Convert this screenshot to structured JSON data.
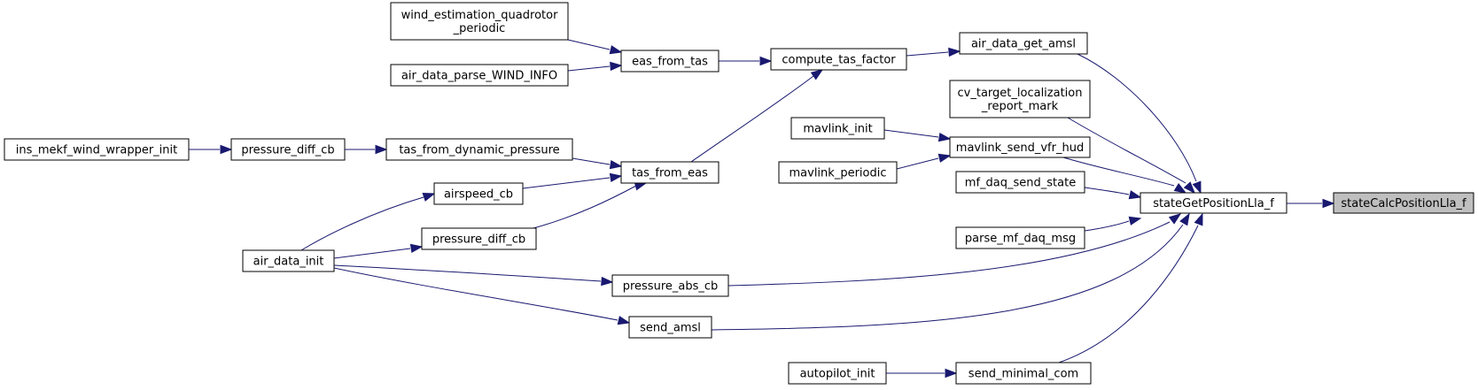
{
  "graph": {
    "nodes": [
      {
        "id": "n_state_calc",
        "label": [
          "stateCalcPositionLla_f"
        ],
        "highlighted": true
      },
      {
        "id": "n_state_get",
        "label": [
          "stateGetPositionLla_f"
        ],
        "highlighted": false
      },
      {
        "id": "n_air_get_amsl",
        "label": [
          "air_data_get_amsl"
        ],
        "highlighted": false
      },
      {
        "id": "n_cv_target",
        "label": [
          "cv_target_localization",
          "_report_mark"
        ],
        "highlighted": false
      },
      {
        "id": "n_mav_send_vfr",
        "label": [
          "mavlink_send_vfr_hud"
        ],
        "highlighted": false
      },
      {
        "id": "n_mf_send_state",
        "label": [
          "mf_daq_send_state"
        ],
        "highlighted": false
      },
      {
        "id": "n_parse_mf",
        "label": [
          "parse_mf_daq_msg"
        ],
        "highlighted": false
      },
      {
        "id": "n_press_abs",
        "label": [
          "pressure_abs_cb"
        ],
        "highlighted": false
      },
      {
        "id": "n_send_amsl",
        "label": [
          "send_amsl"
        ],
        "highlighted": false
      },
      {
        "id": "n_send_min",
        "label": [
          "send_minimal_com"
        ],
        "highlighted": false
      },
      {
        "id": "n_compute_tas",
        "label": [
          "compute_tas_factor"
        ],
        "highlighted": false
      },
      {
        "id": "n_mav_init",
        "label": [
          "mavlink_init"
        ],
        "highlighted": false
      },
      {
        "id": "n_mav_periodic",
        "label": [
          "mavlink_periodic"
        ],
        "highlighted": false
      },
      {
        "id": "n_air_init",
        "label": [
          "air_data_init"
        ],
        "highlighted": false
      },
      {
        "id": "n_autopilot_init",
        "label": [
          "autopilot_init"
        ],
        "highlighted": false
      },
      {
        "id": "n_eas_from_tas",
        "label": [
          "eas_from_tas"
        ],
        "highlighted": false
      },
      {
        "id": "n_tas_from_eas",
        "label": [
          "tas_from_eas"
        ],
        "highlighted": false
      },
      {
        "id": "n_wind_est",
        "label": [
          "wind_estimation_quadrotor",
          "_periodic"
        ],
        "highlighted": false
      },
      {
        "id": "n_air_parse_wind",
        "label": [
          "air_data_parse_WIND_INFO"
        ],
        "highlighted": false
      },
      {
        "id": "n_tas_from_dyn",
        "label": [
          "tas_from_dynamic_pressure"
        ],
        "highlighted": false
      },
      {
        "id": "n_airspeed_cb",
        "label": [
          "airspeed_cb"
        ],
        "highlighted": false
      },
      {
        "id": "n_press_diff_b",
        "label": [
          "pressure_diff_cb"
        ],
        "highlighted": false
      },
      {
        "id": "n_press_diff_a",
        "label": [
          "pressure_diff_cb"
        ],
        "highlighted": false
      },
      {
        "id": "n_ins_mekf",
        "label": [
          "ins_mekf_wind_wrapper_init"
        ],
        "highlighted": false
      }
    ],
    "edges": [
      {
        "from": "n_state_get",
        "to": "n_state_calc"
      },
      {
        "from": "n_air_get_amsl",
        "to": "n_state_get"
      },
      {
        "from": "n_cv_target",
        "to": "n_state_get"
      },
      {
        "from": "n_mav_send_vfr",
        "to": "n_state_get"
      },
      {
        "from": "n_mf_send_state",
        "to": "n_state_get"
      },
      {
        "from": "n_parse_mf",
        "to": "n_state_get"
      },
      {
        "from": "n_press_abs",
        "to": "n_state_get"
      },
      {
        "from": "n_send_amsl",
        "to": "n_state_get"
      },
      {
        "from": "n_send_min",
        "to": "n_state_get"
      },
      {
        "from": "n_compute_tas",
        "to": "n_air_get_amsl"
      },
      {
        "from": "n_mav_init",
        "to": "n_mav_send_vfr"
      },
      {
        "from": "n_mav_periodic",
        "to": "n_mav_send_vfr"
      },
      {
        "from": "n_air_init",
        "to": "n_press_abs"
      },
      {
        "from": "n_air_init",
        "to": "n_send_amsl"
      },
      {
        "from": "n_autopilot_init",
        "to": "n_send_min"
      },
      {
        "from": "n_eas_from_tas",
        "to": "n_compute_tas"
      },
      {
        "from": "n_tas_from_eas",
        "to": "n_compute_tas"
      },
      {
        "from": "n_wind_est",
        "to": "n_eas_from_tas"
      },
      {
        "from": "n_air_parse_wind",
        "to": "n_eas_from_tas"
      },
      {
        "from": "n_tas_from_dyn",
        "to": "n_tas_from_eas"
      },
      {
        "from": "n_airspeed_cb",
        "to": "n_tas_from_eas"
      },
      {
        "from": "n_press_diff_b",
        "to": "n_tas_from_eas"
      },
      {
        "from": "n_press_diff_a",
        "to": "n_tas_from_dyn"
      },
      {
        "from": "n_ins_mekf",
        "to": "n_press_diff_a"
      },
      {
        "from": "n_air_init",
        "to": "n_airspeed_cb"
      },
      {
        "from": "n_air_init",
        "to": "n_press_diff_b"
      }
    ],
    "colors": {
      "edge": "#191970",
      "node_fill": "#ffffff",
      "highlight_fill": "#bfbfbf",
      "border": "#000000"
    }
  }
}
